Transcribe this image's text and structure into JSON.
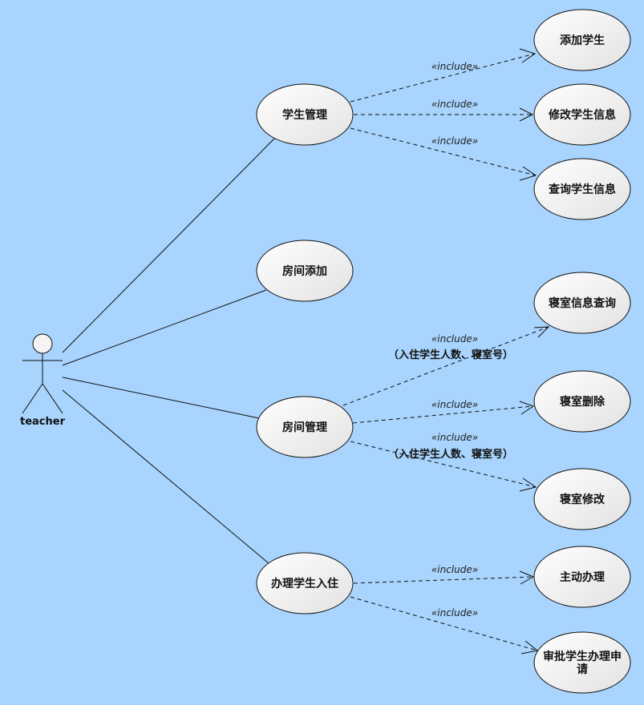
{
  "actor": {
    "name": "teacher"
  },
  "use_cases": {
    "student_mgmt": "学生管理",
    "room_add": "房间添加",
    "room_mgmt": "房间管理",
    "checkin": "办理学生入住",
    "add_student": "添加学生",
    "edit_student": "修改学生信息",
    "query_student": "查询学生信息",
    "dorm_query": "寝室信息查询",
    "dorm_delete": "寝室删除",
    "dorm_edit": "寝室修改",
    "self_service": "主动办理",
    "approve_line1": "审批学生办理申",
    "approve_line2": "请"
  },
  "relations": {
    "include_label": "«include»",
    "dorm_query_note": "（入住学生人数、寝室号）",
    "dorm_edit_note": "（入住学生人数、寝室号）"
  },
  "colors": {
    "background": "#a8d4fd",
    "usecase_fill_light": "#ffffff",
    "usecase_fill_dark": "#e2e2e2",
    "line": "#111111"
  }
}
